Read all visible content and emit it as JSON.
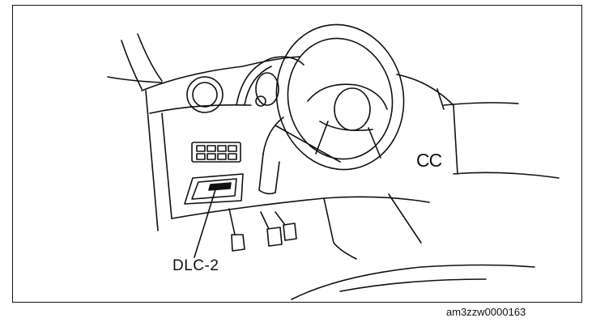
{
  "diagram": {
    "callout_label": "DLC-2",
    "figure_id": "am3zzw0000163",
    "panel_mark": "CC"
  }
}
